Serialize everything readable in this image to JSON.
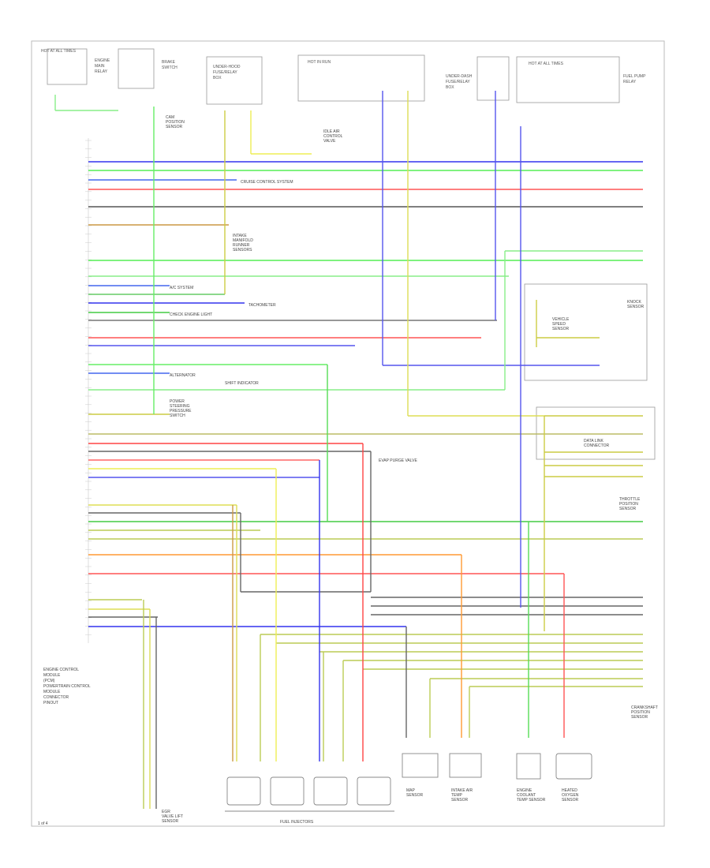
{
  "diagram": {
    "title_block": [
      "ENGINE CONTROL",
      "MODULE",
      "(PCM)",
      "POWERTRAIN CONTROL",
      "MODULE",
      "CONNECTOR",
      "PINOUT"
    ],
    "figure_number": "1 of 4",
    "bottom_label_injectors": "FUEL INJECTORS",
    "bottom_label_left": [
      "EGR",
      "VALVE LIFT",
      "SENSOR"
    ],
    "component_labels": {
      "hot_all_times_left": "HOT AT ALL TIMES",
      "hot_in_run": "HOT IN RUN",
      "hot_all_times_right": "HOT AT ALL TIMES",
      "main_relay": [
        "ENGINE",
        "MAIN",
        "RELAY"
      ],
      "brake_switch": [
        "BRAKE",
        "SWITCH"
      ],
      "underhood_fuse": [
        "UNDER-HOOD",
        "FUSE/RELAY",
        "BOX"
      ],
      "underdash_fuse": [
        "UNDER-DASH",
        "FUSE/RELAY",
        "BOX"
      ],
      "fuel_pump": [
        "FUEL PUMP",
        "RELAY"
      ],
      "knock_sensor": [
        "KNOCK",
        "SENSOR"
      ],
      "cam_sensor": [
        "CAM",
        "POSITION",
        "SENSOR"
      ],
      "vehicle_speed": [
        "VEHICLE",
        "SPEED",
        "SENSOR"
      ],
      "map_sensor": [
        "MAP",
        "SENSOR"
      ],
      "iac_valve": [
        "IDLE AIR",
        "CONTROL",
        "VALVE"
      ],
      "ckp_sensor": [
        "CRANKSHAFT",
        "POSITION",
        "SENSOR"
      ],
      "tp_sensor": [
        "THROTTLE",
        "POSITION",
        "SENSOR"
      ],
      "oxygen_sensor": [
        "HEATED",
        "OXYGEN",
        "SENSOR"
      ],
      "iat_sensor": [
        "INTAKE AIR",
        "TEMP",
        "SENSOR"
      ],
      "ect_sensor": [
        "ENGINE",
        "COOLANT",
        "TEMP SENSOR"
      ],
      "cruise": "CRUISE CONTROL SYSTEM",
      "tachometer": "TACHOMETER",
      "cel": "CHECK ENGINE LIGHT",
      "ac_system": "A/C SYSTEM",
      "alternator": "ALTERNATOR",
      "shift_indicator": "SHIFT INDICATOR",
      "power_steering": [
        "POWER",
        "STEERING",
        "PRESSURE",
        "SWITCH"
      ],
      "data_link": [
        "DATA LINK",
        "CONNECTOR"
      ],
      "evap": "EVAP PURGE VALVE",
      "multi_sensors": [
        "INTAKE",
        "MANIFOLD",
        "RUNNER",
        "SENSORS"
      ]
    },
    "wire_colors": {
      "BLU": "#2222dd",
      "LT GRN": "#44dd44",
      "BLU/RED": "#4466ee",
      "RED": "#ff3333",
      "BLK": "#444444",
      "ORG": "#ff9933",
      "YEL": "#eeee33",
      "GRN": "#33cc33",
      "BRN": "#996633",
      "YEL/GRN": "#bbcc55",
      "GRY": "#999999"
    }
  }
}
